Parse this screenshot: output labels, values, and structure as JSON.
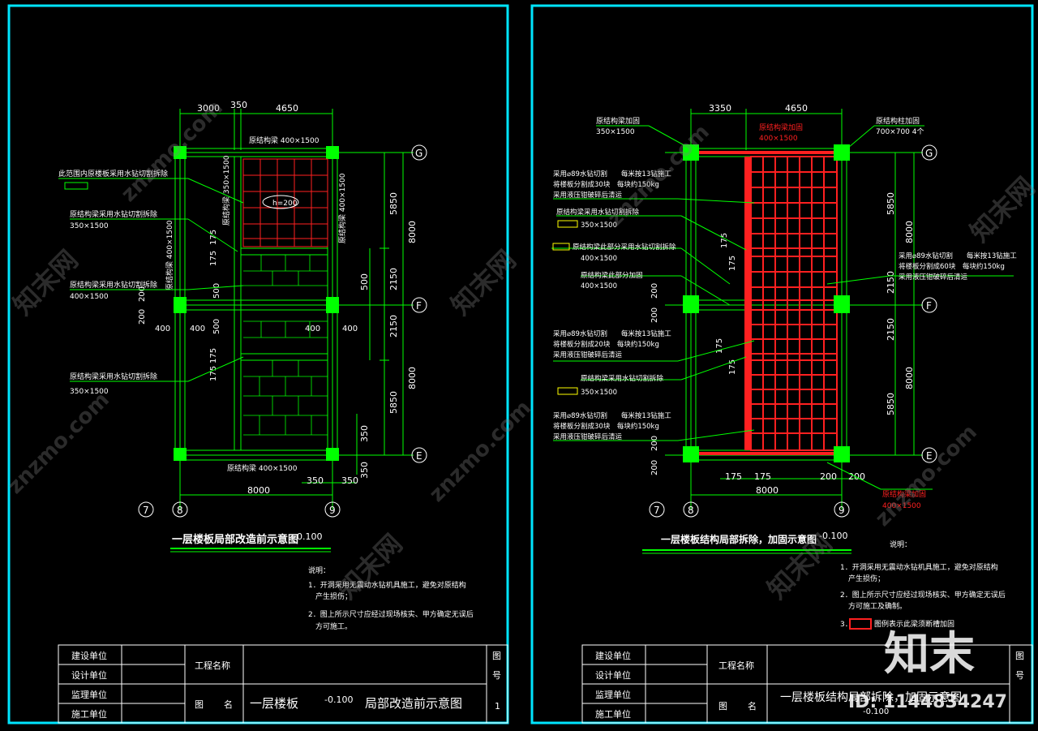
{
  "sheet_left": {
    "dims_top": [
      "3000",
      "350",
      "4650"
    ],
    "dims_bottom": [
      "8000",
      "350",
      "350"
    ],
    "dims_right": [
      "5850",
      "8000",
      "500",
      "2150",
      "2150",
      "8000",
      "5850",
      "350",
      "350"
    ],
    "dims_left": [
      "175",
      "175",
      "200",
      "200",
      "400",
      "400",
      "500",
      "500",
      "175",
      "175"
    ],
    "dims_mid": [
      "400",
      "400"
    ],
    "axes": [
      "G",
      "F",
      "E",
      "7",
      "8",
      "9"
    ],
    "beam_top": "原结构梁 400×1500",
    "beam_bottom": "原结构梁 400×1500",
    "beam_vert_a": "原结构梁 350×1500",
    "beam_vert_b": "原结构梁 400×1500",
    "beam_vert_c": "原结构梁 400×1500",
    "slab_tag": "h=200",
    "note1": "此范围内原楼板采用水钻切割拆除",
    "note2a": "原结构梁采用水钻切割拆除",
    "note2b": "350×1500",
    "note3a": "原结构梁采用水钻切割拆除",
    "note3b": "400×1500",
    "note4a": "原结构梁采用水钻切割拆除",
    "note4b": "350×1500",
    "title": "一层楼板局部改造前示意图",
    "title_level": "-0.100",
    "notes_head": "说明：",
    "notes": [
      "1．开洞采用无震动水钻机具施工，避免对原结构",
      "产生损伤；",
      "2．图上所示尺寸应经过现场核实、甲方确定无误后",
      "方可施工。"
    ],
    "table": {
      "r1": "建设单位",
      "r2": "设计单位",
      "r3": "监理单位",
      "r4": "施工单位",
      "proj": "工程名称",
      "fig": "图",
      "name": "名",
      "fig_title_a": "一层楼板",
      "fig_title_lvl": "-0.100",
      "fig_title_b": "局部改造前示意图",
      "num_label_a": "图",
      "num_label_b": "号",
      "num": "1"
    }
  },
  "sheet_right": {
    "dims_top": [
      "3350",
      "4650"
    ],
    "dims_bottom": [
      "175",
      "175",
      "8000",
      "200",
      "200"
    ],
    "dims_right": [
      "5850",
      "8000",
      "2150",
      "2150",
      "8000",
      "5850"
    ],
    "dims_left": [
      "175",
      "175",
      "200",
      "200",
      "175",
      "175",
      "200",
      "200"
    ],
    "axes": [
      "G",
      "F",
      "E",
      "7",
      "8",
      "9"
    ],
    "ann_top_left_a": "原结构梁加固",
    "ann_top_left_b": "350×1500",
    "ann_top_red_a": "原结构梁加固",
    "ann_top_red_b": "400×1500",
    "ann_top_right_a": "原结构柱加固",
    "ann_top_right_b": "700×700  4个",
    "ann_l1": [
      "采用⌀89水钻切割　　每米按13钻施工",
      "将楼板分割成30块　每块约150kg",
      "采用液压钳破碎后清运"
    ],
    "ann_l2a": "原结构梁采用水钻切割拆除",
    "ann_l2b": "350×1500",
    "ann_l3a": "原结构梁此部分采用水钻切割拆除",
    "ann_l3b": "400×1500",
    "ann_l4a": "原结构梁此部分加固",
    "ann_l4b": "400×1500",
    "ann_l5": [
      "采用⌀89水钻切割　　每米按13钻施工",
      "将楼板分割成20块　每块约150kg",
      "采用液压钳破碎后清运"
    ],
    "ann_l6a": "原结构梁采用水钻切割拆除",
    "ann_l6b": "350×1500",
    "ann_l7": [
      "采用⌀89水钻切割　　每米按13钻施工",
      "将楼板分割成30块　每块约150kg",
      "采用液压钳破碎后清运"
    ],
    "ann_r1": [
      "采用⌀89水钻切割　　每米按13钻施工",
      "将楼板分割成60块　每块约150kg",
      "采用液压钳破碎后清运"
    ],
    "ann_bottom_red_a": "原结构梁加固",
    "ann_bottom_red_b": "400×1500",
    "title": "一层楼板结构局部拆除，加固示意图",
    "title_level": "-0.100",
    "notes_head": "说明：",
    "notes": [
      "1．开洞采用无震动水钻机具施工，避免对原结构",
      "产生损伤；",
      "2．图上所示尺寸应经过现场核实、甲方确定无误后",
      "方可施工及确制。",
      "3．",
      "图例表示此梁须断槽加固"
    ],
    "table": {
      "r1": "建设单位",
      "r2": "设计单位",
      "r3": "监理单位",
      "r4": "施工单位",
      "proj": "工程名称",
      "fig": "图",
      "name": "名",
      "fig_title": "一层楼板结构局部拆除，加固示意图",
      "fig_title_lvl": "-0.100",
      "num_label_a": "图",
      "num_label_b": "号"
    }
  },
  "watermark": {
    "text": "znzmo.com",
    "cn": "知末网",
    "logo": "知末",
    "id": "ID: 1144834247"
  },
  "colors": {
    "background": "#000000",
    "frame": "#00e5ff",
    "line": "#00ff00",
    "text": "#ffffff",
    "red": "#ff2020"
  }
}
